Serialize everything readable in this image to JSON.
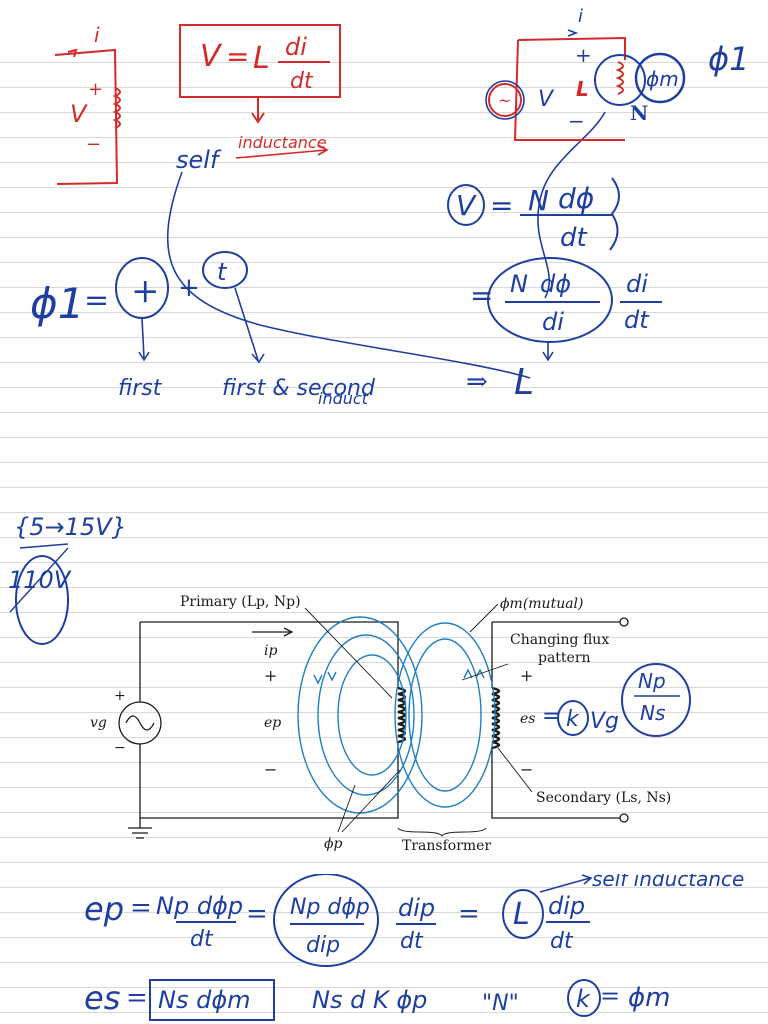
{
  "notes": {
    "colors": {
      "ink_blue": "#1e3fa0",
      "ink_red": "#d42a2a",
      "diagram_blue": "#1f7fc0",
      "diagram_black": "#1a1a1a"
    },
    "top_left_circuit": {
      "current": "i",
      "voltage": "V",
      "plus": "+",
      "minus": "−"
    },
    "formula_box": {
      "lhs": "V",
      "equals": "=",
      "inductance": "L",
      "numerator": "di",
      "denominator": "dt"
    },
    "self_label": "self",
    "self_inductance_label": "inductance",
    "top_right_circuit": {
      "current": "i",
      "plus": "+",
      "minus": "−",
      "source": "~",
      "voltage": "V",
      "inductor": "L",
      "turns": "N",
      "flux": "ϕm",
      "flux_label": "ϕ1"
    },
    "induced_voltage": {
      "lhs": "V",
      "equals": "=",
      "turns": "N",
      "numerator": "dϕ",
      "denominator": "dt"
    },
    "chain_rule": {
      "equals": "=",
      "turns": "N",
      "numerator": "dϕ",
      "denominator": "di",
      "numerator2": "di",
      "denominator2": "dt"
    },
    "result": {
      "arrow": "⇒",
      "symbol": "L"
    },
    "flux_sum": {
      "lhs": "ϕ1",
      "equals": "=",
      "term1": "+",
      "plus": "+",
      "term2": "t"
    },
    "first_label": "first",
    "first_second_label": "first & second",
    "induct_label": "induct",
    "voltage_range": "{5→15V}",
    "input_voltage": "110V",
    "secondary_ratio": {
      "lhs": "es",
      "equals": "=",
      "k": "k",
      "vg": "Vg",
      "ratio_num": "Np",
      "ratio_den": "Ns"
    },
    "ep_equation": {
      "lhs": "ep",
      "equals": "=",
      "term1": "Np dϕp",
      "term1_den": "dt",
      "term2_num": "Np dϕp",
      "term2_den": "dip",
      "term3_num": "dip",
      "term3_den": "dt",
      "L": "L",
      "L_num": "dip",
      "L_den": "dt",
      "arrow_label": "self inductance"
    },
    "es_equation": {
      "lhs": "es",
      "equals": "=",
      "term1": "Ns dϕm",
      "term2": "Ns d K ϕp",
      "quote": "\"N\"",
      "k": "k",
      "rhs": "ϕm"
    }
  },
  "diagram": {
    "primary_label": "Primary (Lp, Np)",
    "mutual_label": "ϕm(mutual)",
    "changing_flux_label": "Changing flux",
    "pattern_label": "pattern",
    "ip": "ip",
    "plus_primary": "+",
    "vg": "vg",
    "ep": "ep",
    "minus_primary": "−",
    "source_plus": "+",
    "source_minus": "−",
    "es": "es",
    "plus_secondary": "+",
    "minus_secondary": "−",
    "secondary_label": "Secondary (Ls, Ns)",
    "phi_p": "ϕp",
    "transformer_label": "Transformer"
  }
}
